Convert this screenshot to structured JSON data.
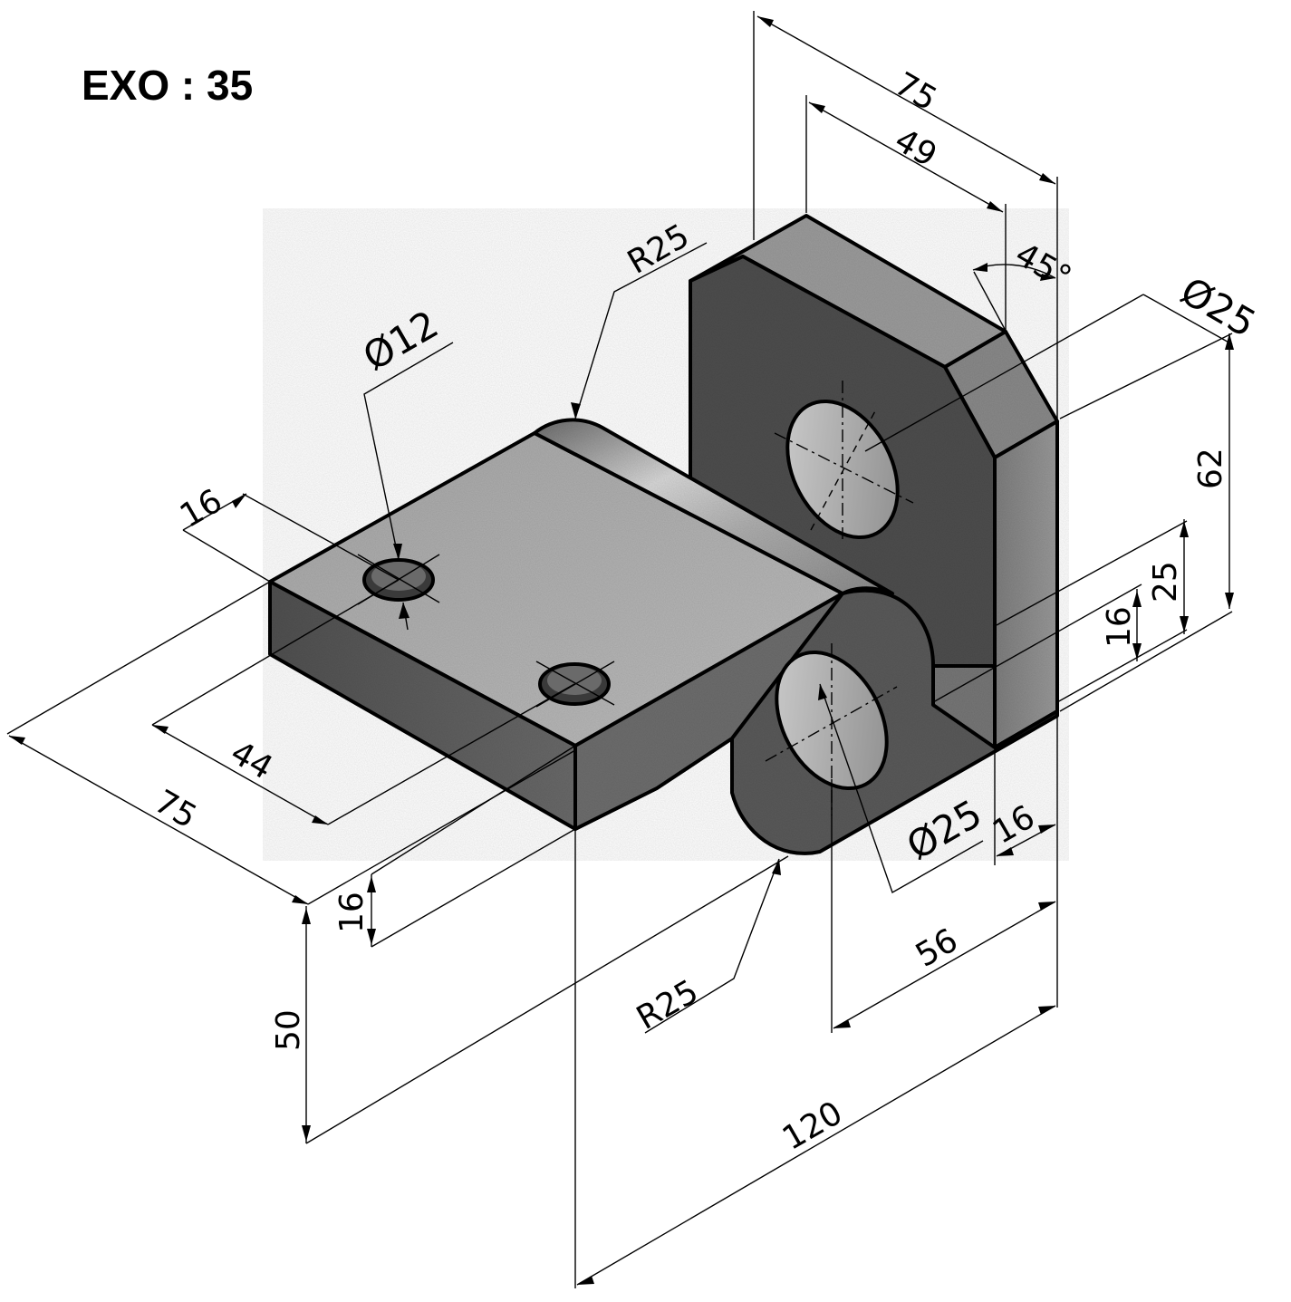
{
  "title": "EXO : 35",
  "dimensions": {
    "top_width": "75",
    "upright_top": "49",
    "chamfer_angle": "45°",
    "upright_hole_dia": "Ø25",
    "upright_height": "62",
    "hole_height": "25",
    "base_thickness_right": "16",
    "radius_top": "R25",
    "small_hole_dia": "Ø12",
    "hole_offset": "16",
    "hole_spacing": "44",
    "base_depth": "75",
    "base_thickness_left": "16",
    "total_height": "50",
    "radius_bottom": "R25",
    "lug_hole_dia": "Ø25",
    "upright_thickness": "16",
    "lug_length": "56",
    "total_length": "120"
  },
  "colors": {
    "face_light": "#b4b4b4",
    "face_mid": "#8c8c8c",
    "face_dark": "#5e5e5e",
    "face_darkest": "#454545"
  }
}
